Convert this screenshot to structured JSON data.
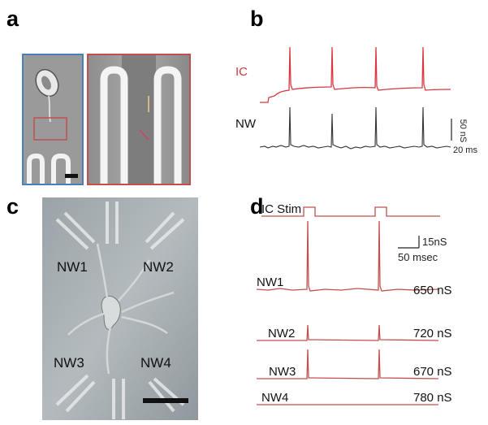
{
  "panels": {
    "a": {
      "letter": "a"
    },
    "b": {
      "letter": "b",
      "trace_ic_label": "IC",
      "trace_nw_label": "NW",
      "scale_y": "50 nS",
      "scale_x": "20 ms"
    },
    "c": {
      "letter": "c",
      "labels": [
        "NW1",
        "NW2",
        "NW3",
        "NW4"
      ]
    },
    "d": {
      "letter": "d",
      "stim_label": "IC Stim",
      "scale_y": "15nS",
      "scale_x": "50 msec",
      "traces": [
        {
          "name": "NW1",
          "conductance": "650 nS"
        },
        {
          "name": "NW2",
          "conductance": "720 nS"
        },
        {
          "name": "NW3",
          "conductance": "670 nS"
        },
        {
          "name": "NW4",
          "conductance": "780 nS"
        }
      ]
    }
  },
  "colors": {
    "ic_trace": "#d9363e",
    "nw_trace": "#333333",
    "panel_a_left_border": "#4a7fb5",
    "panel_a_right_border": "#c0504d"
  }
}
